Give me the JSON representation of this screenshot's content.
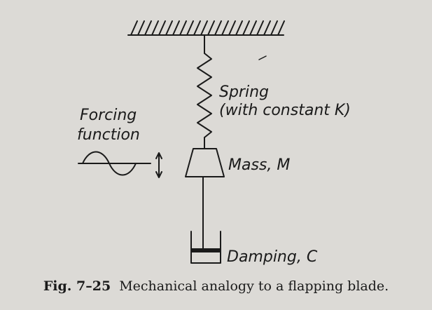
{
  "labels": {
    "spring_line1": "Spring",
    "spring_line2": "(with constant K)",
    "forcing_line1": "Forcing",
    "forcing_line2": "function",
    "mass": "Mass, M",
    "damping": "Damping, C"
  },
  "caption": {
    "figure_number": "Fig. 7–25",
    "text": "Mechanical analogy to a flapping blade."
  }
}
